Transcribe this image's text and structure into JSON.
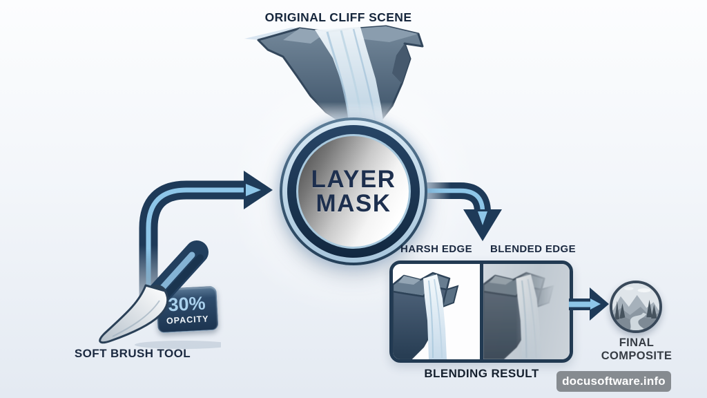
{
  "header": {
    "title": "ORIGINAL CLIFF SCENE"
  },
  "center_node": {
    "line1": "LAYER",
    "line2": "MASK"
  },
  "brush": {
    "label": "SOFT BRUSH TOOL",
    "badge_value": "30%",
    "badge_label": "OPACITY"
  },
  "comparison": {
    "harsh_label": "HARSH EDGE",
    "blended_label": "BLENDED EDGE",
    "caption": "BLENDING RESULT"
  },
  "composite": {
    "line1": "FINAL",
    "line2": "COMPOSITE"
  },
  "watermark": {
    "text": "docusoftware.info"
  },
  "icons": {
    "top_illustration": "waterfall-cliff-icon",
    "tool_illustration": "paint-brush-icon",
    "thumbnail": "landscape-thumbnail-icon",
    "arrow_left": "elbow-arrow-right-icon",
    "arrow_right": "elbow-arrow-down-icon",
    "arrow_small": "arrow-right-icon"
  },
  "colors": {
    "navy": "#1e3a58",
    "light_blue_stripe": "#8ec6e8",
    "ring_light_blue": "#bdd8ea",
    "ring_slate": "#476683",
    "label_text": "#1b2940",
    "badge_value_text": "#a8d0ec",
    "watermark_bg": "#868b90",
    "background_top": "#fcfdfe",
    "background_bottom": "#e4eaf2"
  }
}
